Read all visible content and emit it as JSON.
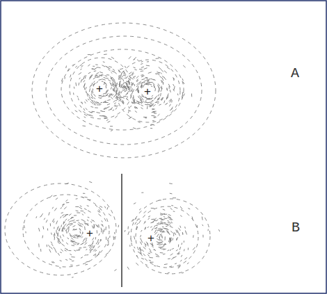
{
  "diagram": {
    "labels": [
      "+",
      "+",
      "A",
      "+",
      "+",
      "B"
    ]
  }
}
